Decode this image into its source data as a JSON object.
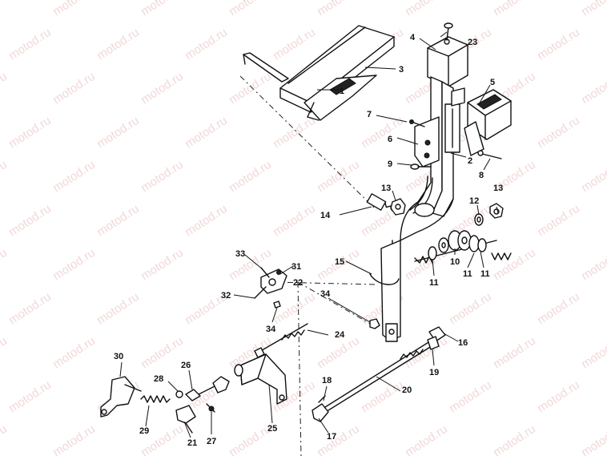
{
  "watermark": {
    "text": "motod.ru",
    "color": "#e8b8b8"
  },
  "callouts": [
    {
      "n": "1"
    },
    {
      "n": "2"
    },
    {
      "n": "3"
    },
    {
      "n": "4"
    },
    {
      "n": "5"
    },
    {
      "n": "6"
    },
    {
      "n": "7"
    },
    {
      "n": "8"
    },
    {
      "n": "9"
    },
    {
      "n": "10"
    },
    {
      "n": "11"
    },
    {
      "n": "11"
    },
    {
      "n": "11"
    },
    {
      "n": "12"
    },
    {
      "n": "13"
    },
    {
      "n": "13"
    },
    {
      "n": "14"
    },
    {
      "n": "15"
    },
    {
      "n": "16"
    },
    {
      "n": "17"
    },
    {
      "n": "18"
    },
    {
      "n": "19"
    },
    {
      "n": "20"
    },
    {
      "n": "21"
    },
    {
      "n": "22"
    },
    {
      "n": "23"
    },
    {
      "n": "24"
    },
    {
      "n": "25"
    },
    {
      "n": "26"
    },
    {
      "n": "27"
    },
    {
      "n": "28"
    },
    {
      "n": "29"
    },
    {
      "n": "30"
    },
    {
      "n": "31"
    },
    {
      "n": "32"
    },
    {
      "n": "33"
    },
    {
      "n": "34"
    },
    {
      "n": "34"
    }
  ]
}
